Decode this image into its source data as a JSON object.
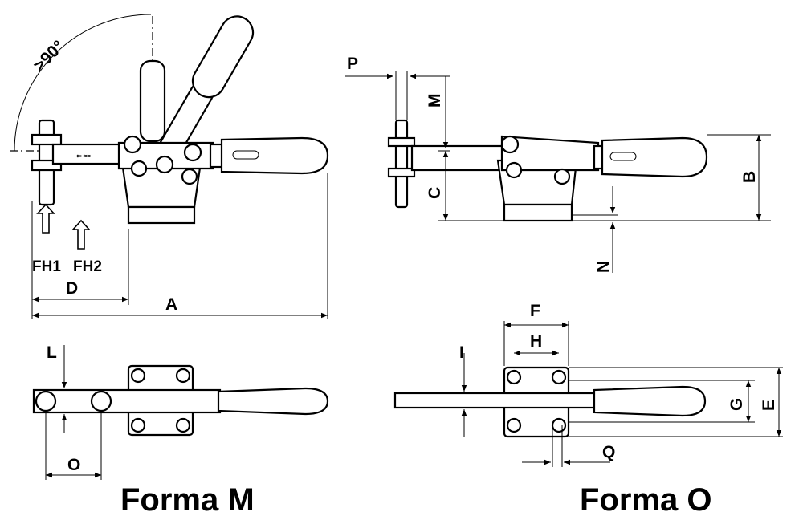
{
  "angle_label": ">90°",
  "force_labels": {
    "fh1": "FH1",
    "fh2": "FH2"
  },
  "dimensions": {
    "A": "A",
    "B": "B",
    "C": "C",
    "D": "D",
    "E": "E",
    "F": "F",
    "G": "G",
    "H": "H",
    "I": "I",
    "L": "L",
    "M": "M",
    "N": "N",
    "O": "O",
    "P": "P",
    "Q": "Q"
  },
  "views": {
    "forma_m": "Forma M",
    "forma_o": "Forma O"
  }
}
